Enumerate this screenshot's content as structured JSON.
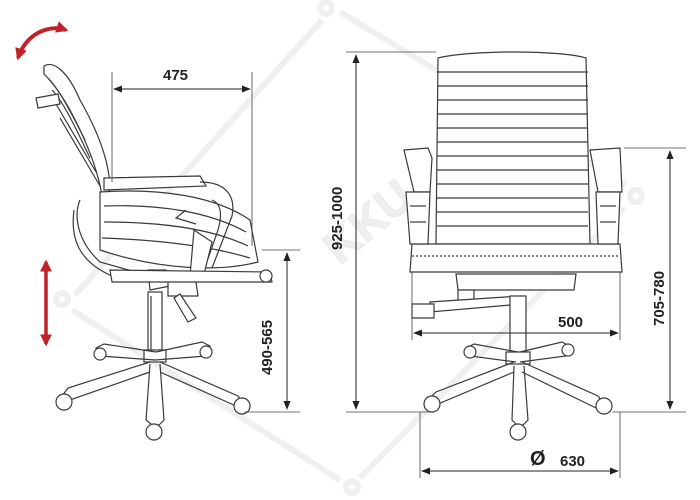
{
  "dimensions": {
    "seat_depth": "475",
    "total_height": "925-1000",
    "seat_height": "490-565",
    "arm_height": "705-780",
    "seat_width": "500",
    "base_diameter": "630"
  },
  "diameter_symbol": "Ø",
  "watermark": {
    "text": "KKU",
    "color": "#f2f2f2"
  },
  "colors": {
    "arrow_accent": "#c0222a",
    "line": "#3a3a3a"
  },
  "icons": {
    "tilt": "curved-double-arrow-icon",
    "height_adjust": "vertical-double-arrow-icon"
  }
}
